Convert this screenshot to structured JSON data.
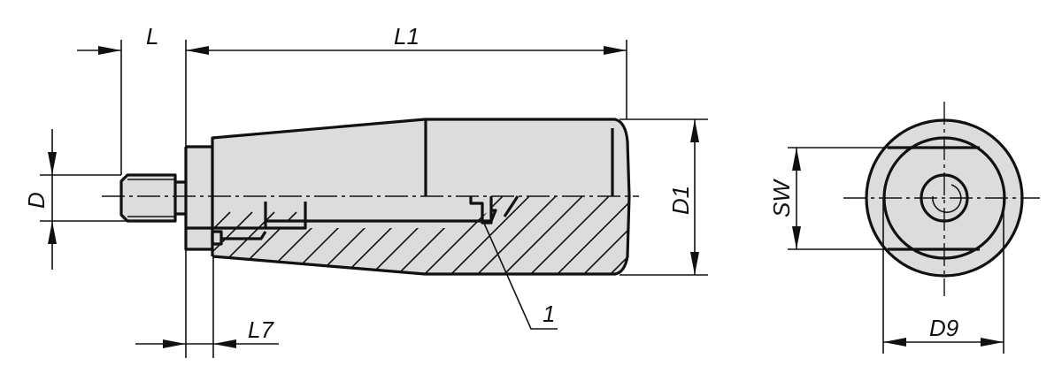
{
  "drawing": {
    "title": "Indexing plunger handle - technical drawing",
    "colors": {
      "line": "#111111",
      "body_fill": "#dcdcdc",
      "background": "#ffffff"
    },
    "side_view": {
      "dimensions": {
        "L": "L",
        "L1": "L1",
        "D": "D",
        "D1": "D1",
        "L7": "L7"
      },
      "callouts": {
        "item_1": "1"
      }
    },
    "end_view": {
      "dimensions": {
        "SW": "SW",
        "D9": "D9"
      }
    }
  }
}
